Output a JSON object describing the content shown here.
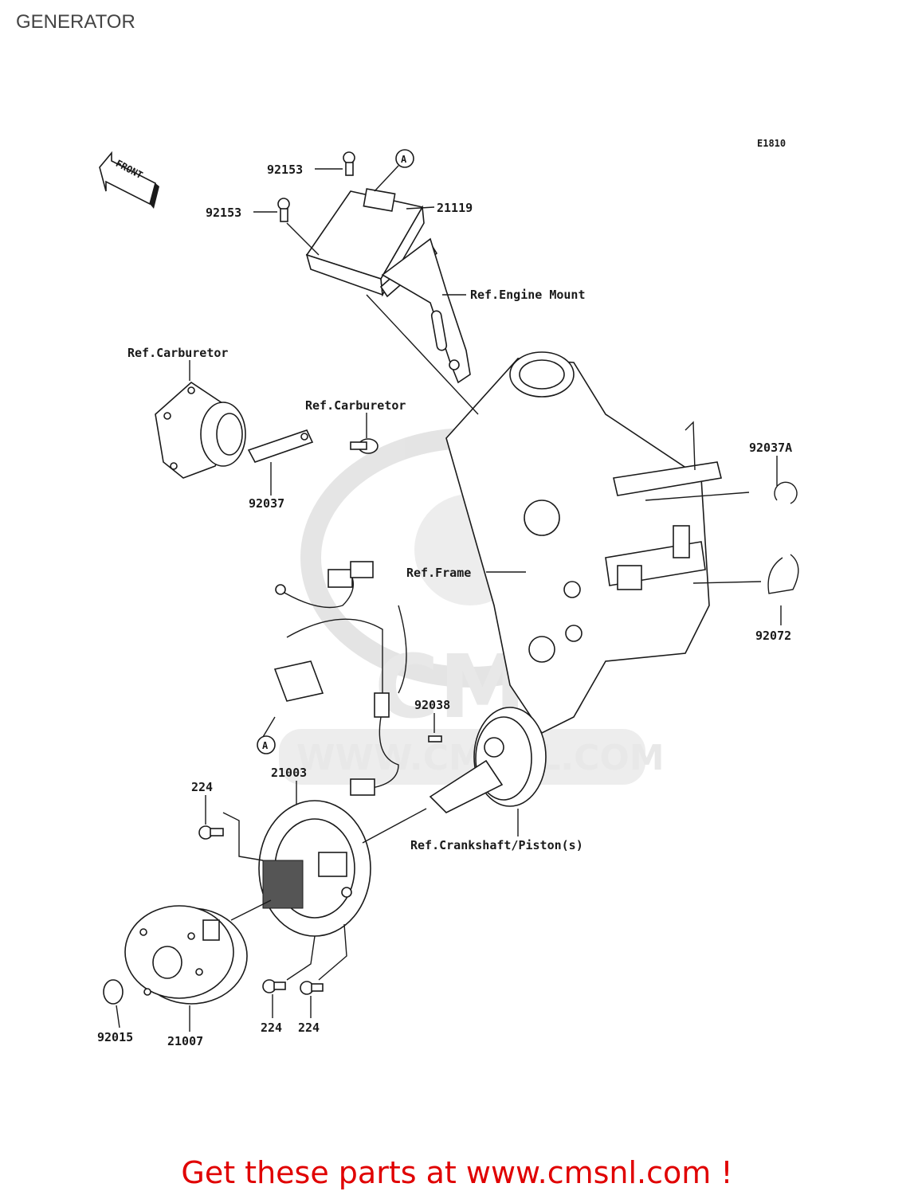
{
  "page_title": "GENERATOR",
  "diagram_code": "E1810",
  "front_label": "FRONT",
  "watermark": {
    "brand": "CMS",
    "url": "WWW.CMSNL.COM"
  },
  "callouts": {
    "marker_a": "A",
    "p92153_top": "92153",
    "p92153_left": "92153",
    "p21119": "21119",
    "ref_engine_mount": "Ref.Engine Mount",
    "ref_carburetor_1": "Ref.Carburetor",
    "ref_carburetor_2": "Ref.Carburetor",
    "p92037": "92037",
    "p92037A": "92037A",
    "ref_frame": "Ref.Frame",
    "p92072": "92072",
    "p92038": "92038",
    "p21003": "21003",
    "ref_crankshaft": "Ref.Crankshaft/Piston(s)",
    "p224_a": "224",
    "p224_b": "224",
    "p224_c": "224",
    "p92015": "92015",
    "p21007": "21007"
  },
  "footer_text": "Get these parts at www.cmsnl.com !"
}
